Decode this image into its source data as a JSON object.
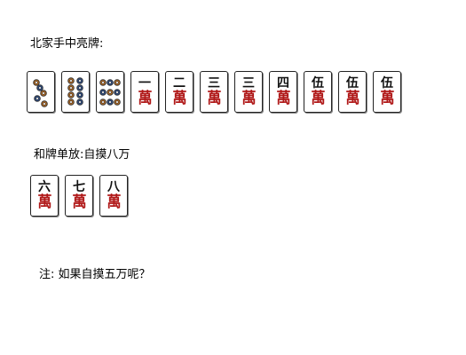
{
  "heading": "北家手中亮牌:",
  "hand": [
    {
      "suit": "pin",
      "rank": 5,
      "kind": "circles"
    },
    {
      "suit": "pin",
      "rank": 8,
      "kind": "circles"
    },
    {
      "suit": "pin",
      "rank": 9,
      "kind": "circles"
    },
    {
      "suit": "man",
      "num": "一",
      "mark": "萬"
    },
    {
      "suit": "man",
      "num": "二",
      "mark": "萬"
    },
    {
      "suit": "man",
      "num": "三",
      "mark": "萬"
    },
    {
      "suit": "man",
      "num": "三",
      "mark": "萬"
    },
    {
      "suit": "man",
      "num": "四",
      "mark": "萬"
    },
    {
      "suit": "man",
      "num": "伍",
      "mark": "萬"
    },
    {
      "suit": "man",
      "num": "伍",
      "mark": "萬"
    },
    {
      "suit": "man",
      "num": "伍",
      "mark": "萬"
    }
  ],
  "win_label": "和牌单放:自摸八万",
  "win_tiles": [
    {
      "suit": "man",
      "num": "六",
      "mark": "萬"
    },
    {
      "suit": "man",
      "num": "七",
      "mark": "萬"
    },
    {
      "suit": "man",
      "num": "八",
      "mark": "萬"
    }
  ],
  "note": "注: 如果自摸五万呢？",
  "colors": {
    "man_red": "#b01818",
    "pin_blue": "#2c4f8c",
    "pin_orange": "#c07020"
  }
}
